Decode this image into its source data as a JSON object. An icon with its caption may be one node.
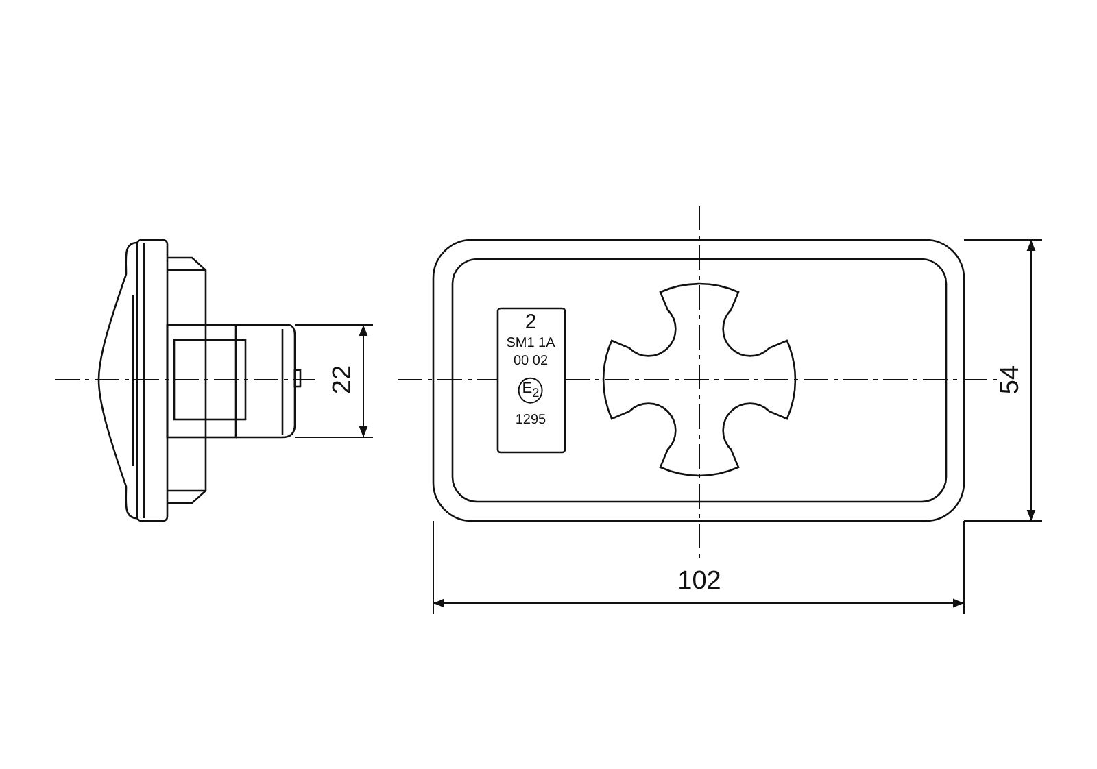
{
  "diagram": {
    "labels": [
      "22",
      "2",
      "SM1 1A",
      "00 02",
      "E$_{2}$",
      "1295",
      "54",
      "102"
    ]
  }
}
